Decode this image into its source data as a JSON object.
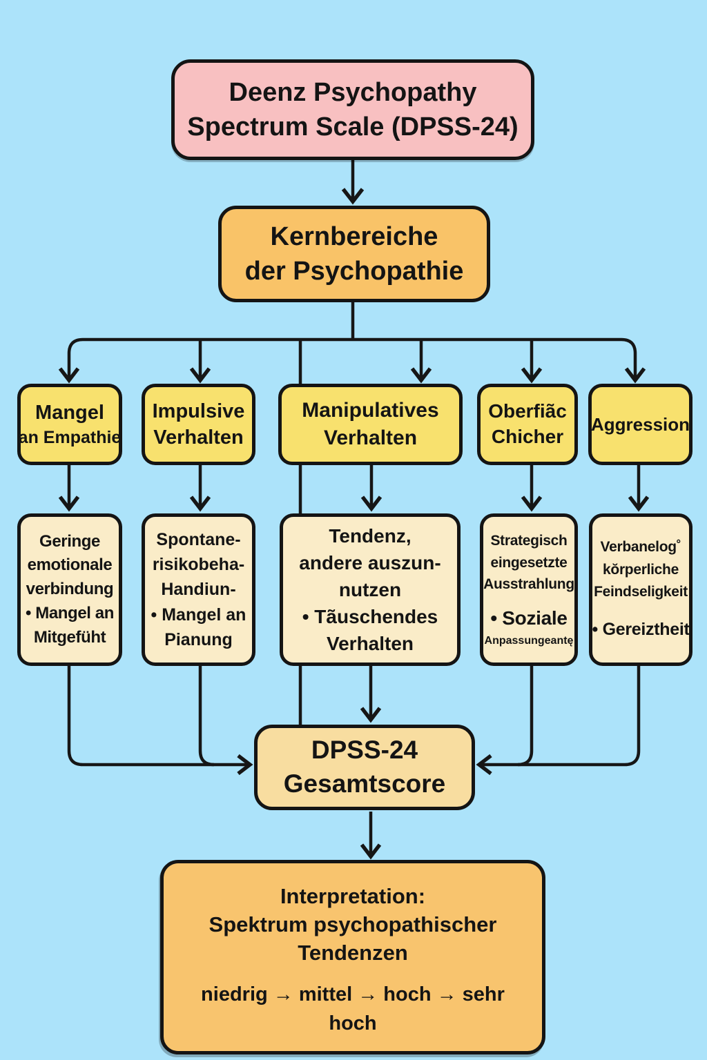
{
  "colors": {
    "background": "#ACE3FA",
    "title_fill": "#F8C0C1",
    "core_fill": "#F9C368",
    "factor_fill": "#F8E16E",
    "detail_fill": "#FAECC8",
    "score_fill": "#F8DDA0",
    "interpretation_fill": "#F8C46E",
    "line_color": "#161616"
  },
  "nodes": {
    "title": {
      "line1": "Deenz Psychopathy",
      "line2": "Spectrum Scale (DPSS-24)"
    },
    "core": {
      "line1": "Kernbereiche",
      "line2": "der Psychopathie"
    },
    "factors": [
      {
        "line1": "Mangel",
        "line2": "an Empathie"
      },
      {
        "line1": "Impulsive",
        "line2": "Verhalten"
      },
      {
        "line1": "Manipulatives",
        "line2": "Verhalten"
      },
      {
        "line1": "Oberfiãc",
        "line2": "Chicher"
      },
      {
        "line1": "Aggression"
      }
    ],
    "details": [
      {
        "lines": [
          "Geringe",
          "emotionale",
          "verbindung",
          "• Mangel an",
          "Mitgefüht"
        ]
      },
      {
        "lines": [
          "Spontane-",
          "risikobeha-",
          "Handiun-",
          "• Mangel an",
          "Pianung"
        ]
      },
      {
        "lines": [
          "Tendenz,",
          "andere auszun-",
          "nutzen",
          "• Tãuschendes",
          "Verhalten"
        ]
      },
      {
        "lines": [
          "Strategisch",
          "eingesetzte",
          "Ausstrahlung",
          "• Soziale",
          "Anpassungeantę"
        ]
      },
      {
        "lines": [
          "Verbanelog˚",
          "kŏrperliche",
          "Feindseligkeit",
          "• Gereiztheit"
        ]
      }
    ],
    "score": {
      "line1": "DPSS-24",
      "line2": "Gesamtscore"
    },
    "interpretation": {
      "line1": "Interpretation:",
      "line2": "Spektrum psychopathischer",
      "line3": "Tendenzen",
      "scale": "niedrig → mittel → hoch → sehr hoch"
    }
  }
}
